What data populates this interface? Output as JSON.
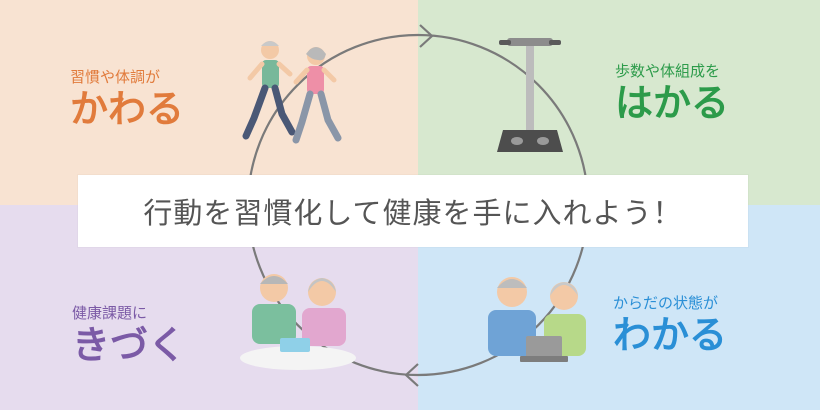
{
  "quadrants": {
    "top_left": {
      "small": "習慣や体調が",
      "big": "かわる",
      "color": "#e17b3c"
    },
    "top_right": {
      "small": "歩数や体組成を",
      "big": "はかる",
      "color": "#2c9b4a"
    },
    "bottom_left": {
      "small": "健康課題に",
      "big": "きづく",
      "color": "#7b5aa6"
    },
    "bottom_right": {
      "small": "からだの状態が",
      "big": "わかる",
      "color": "#2a8fd6"
    }
  },
  "banner": {
    "text": "行動を習慣化して健康を手に入れよう！"
  },
  "illustrations": {
    "top_left": "walking-couple-illustration",
    "top_right": "body-composition-scale-illustration",
    "bottom_left": "couple-at-table-illustration",
    "bottom_right": "couple-with-laptop-illustration"
  }
}
